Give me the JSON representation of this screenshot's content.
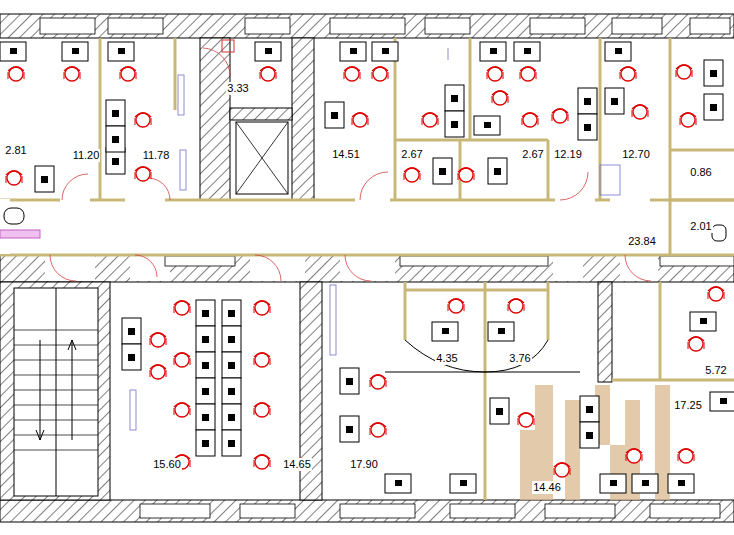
{
  "diagram": {
    "labels": [
      "2.81",
      "11.20",
      "11.78",
      "3.33",
      "14.51",
      "2.67",
      "2.67",
      "12.19",
      "12.70",
      "0.86",
      "2.01",
      "23.84",
      "4.35",
      "3.76",
      "5.72",
      "17.25",
      "15.60",
      "14.65",
      "17.90",
      "14.46"
    ]
  }
}
